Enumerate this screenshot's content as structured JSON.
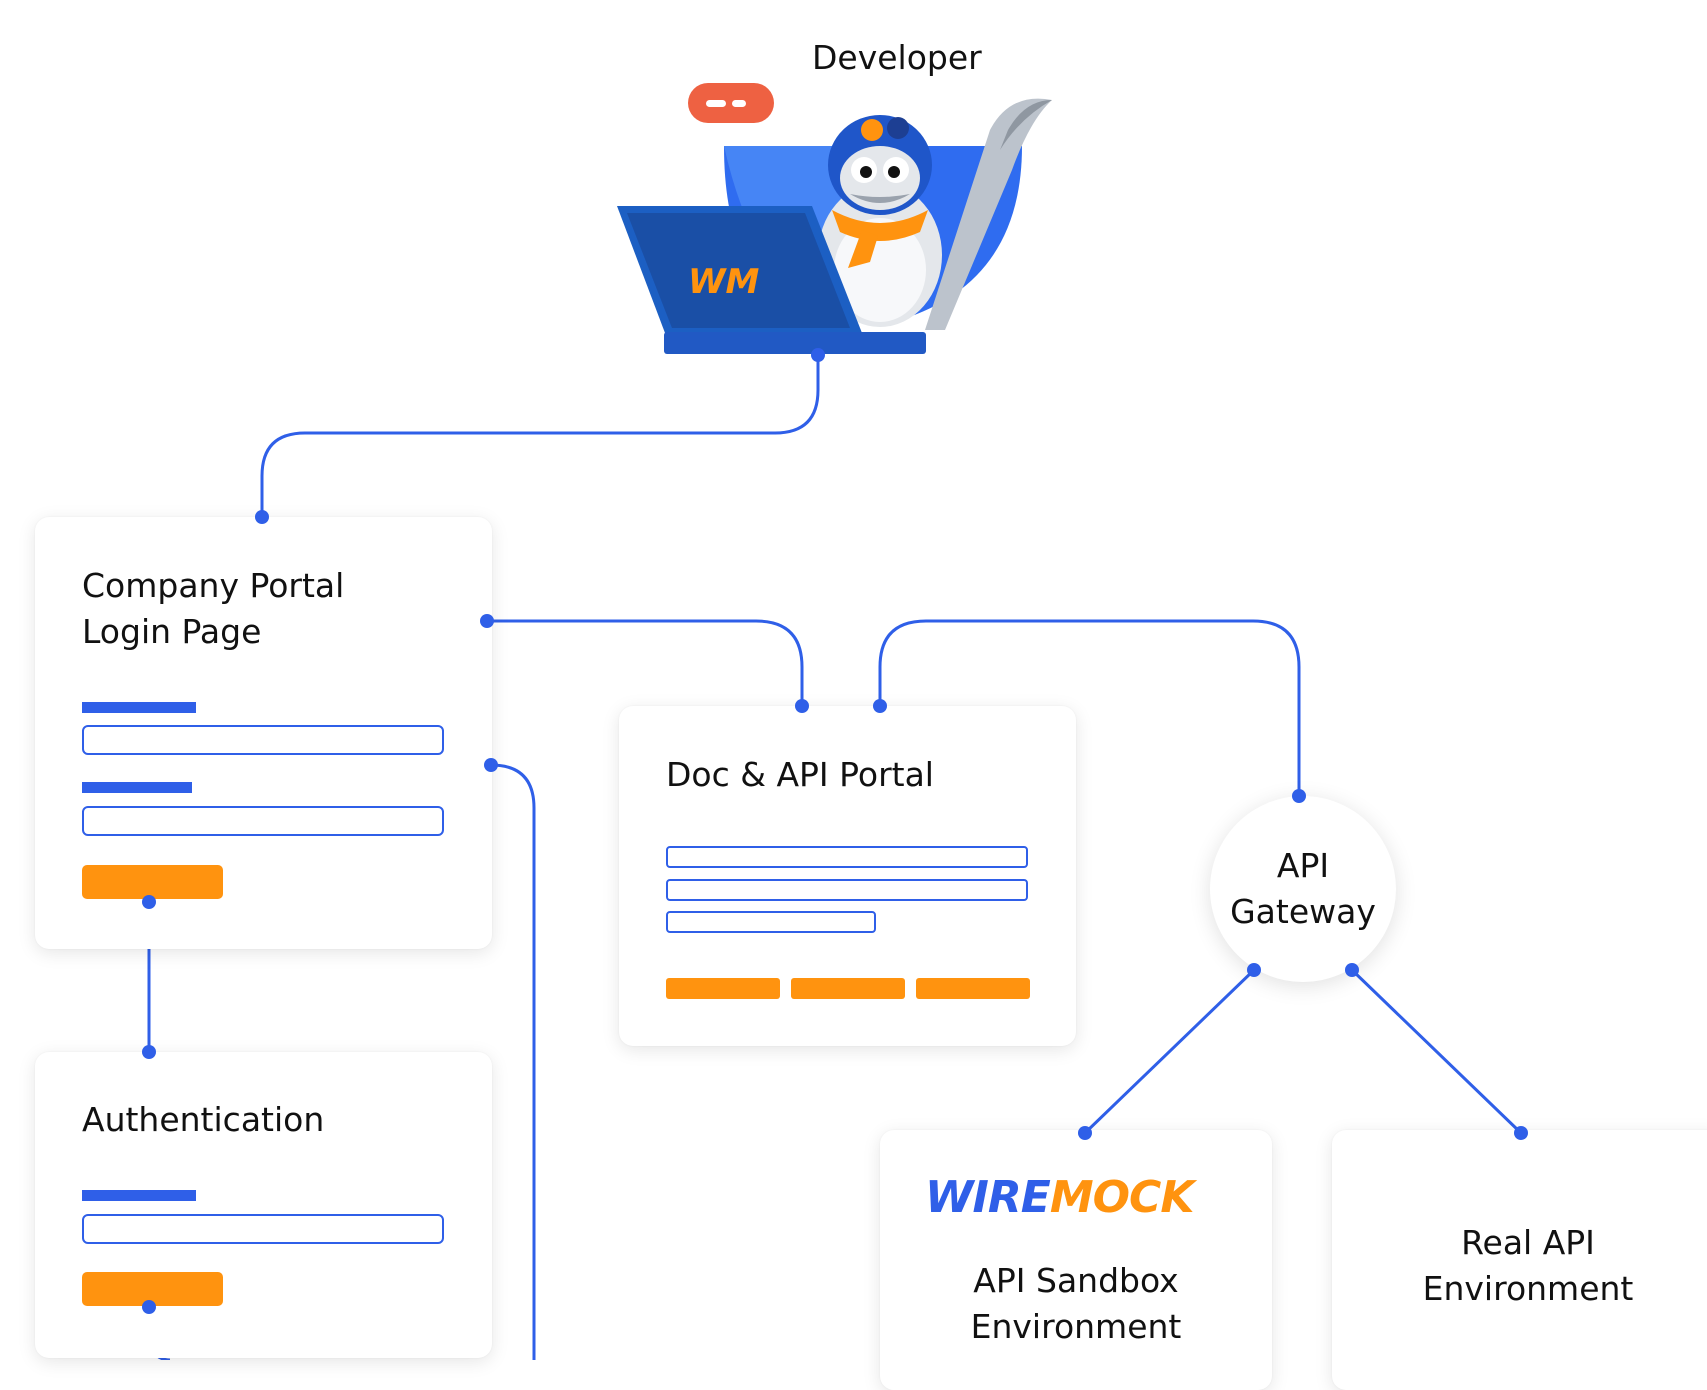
{
  "developer": {
    "label": "Developer",
    "laptop_logo": "WM"
  },
  "cards": {
    "login": {
      "title": "Company Portal\nLogin Page"
    },
    "auth": {
      "title": "Authentication"
    },
    "portal": {
      "title": "Doc & API Portal"
    },
    "sandbox": {
      "logo_part1": "WIRE",
      "logo_part2": "MOCK",
      "title": "API Sandbox\nEnvironment"
    },
    "real": {
      "title": "Real API\nEnvironment"
    }
  },
  "gateway": {
    "title": "API\nGateway"
  },
  "colors": {
    "accent_blue": "#2f5fe8",
    "accent_orange": "#ff930f",
    "chat_bubble": "#ee6142"
  }
}
